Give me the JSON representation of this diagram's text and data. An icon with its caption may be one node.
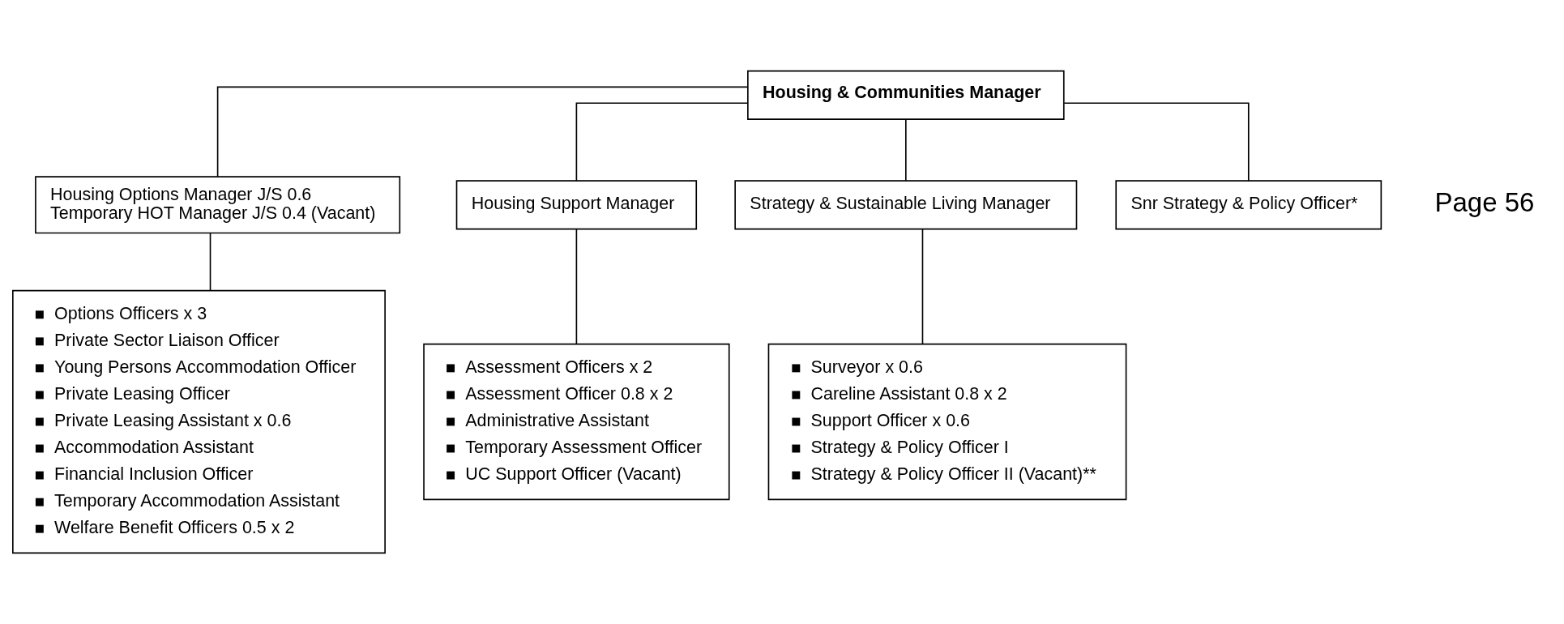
{
  "diagram": {
    "nodes": [
      {
        "text": [
          "Housing & Communities Manager"
        ]
      },
      {
        "text": [
          "Housing Options Manager J/S 0.6",
          "Temporary HOT Manager J/S 0.4 (Vacant)"
        ]
      },
      {
        "text": [
          "Housing Support Manager"
        ]
      },
      {
        "text": [
          "Strategy & Sustainable Living Manager"
        ]
      },
      {
        "text": [
          "Snr Strategy & Policy Officer*"
        ]
      },
      {
        "text": [
          "Options Officers x 3",
          "Private Sector Liaison Officer",
          "Young Persons Accommodation Officer",
          "Private Leasing Officer",
          "Private Leasing Assistant x 0.6",
          "Accommodation Assistant",
          "Financial Inclusion Officer",
          "Temporary Accommodation Assistant",
          "Welfare Benefit Officers 0.5 x 2"
        ]
      },
      {
        "text": [
          "Assessment Officers x 2",
          "Assessment Officer 0.8 x 2",
          "Administrative Assistant",
          "Temporary Assessment Officer",
          "UC Support Officer (Vacant)"
        ]
      },
      {
        "text": [
          "Surveyor x 0.6",
          "Careline Assistant 0.8 x 2",
          "Support Officer x 0.6",
          "Strategy & Policy Officer I",
          "Strategy & Policy Officer II (Vacant)**"
        ]
      }
    ],
    "edges": [
      {
        "from": 0,
        "to": 1,
        "arrow": "none"
      },
      {
        "from": 0,
        "to": 2,
        "arrow": "none"
      },
      {
        "from": 0,
        "to": 3,
        "arrow": "none"
      },
      {
        "from": 0,
        "to": 4,
        "arrow": "none"
      },
      {
        "from": 1,
        "to": 5,
        "arrow": "none"
      },
      {
        "from": 2,
        "to": 6,
        "arrow": "none"
      },
      {
        "from": 3,
        "to": 7,
        "arrow": "none"
      }
    ],
    "labels": [
      "Page 56"
    ]
  }
}
